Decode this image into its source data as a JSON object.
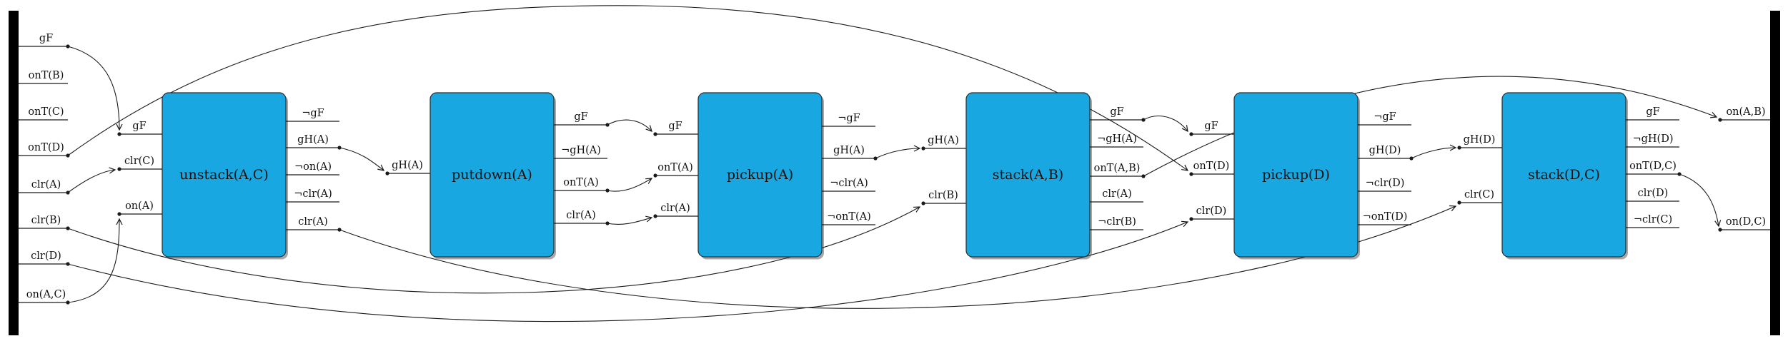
{
  "diagram": {
    "title": "plan-causal-graph",
    "colors": {
      "action_fill": "#18a7e0",
      "action_border": "#2b2b2b",
      "edge": "#1a1a1a",
      "bar": "#000000",
      "background": "#ffffff"
    },
    "initial_state": {
      "name": "initial-state-bar",
      "facts": [
        {
          "label": "gF",
          "connected": true
        },
        {
          "label": "onT(B)",
          "connected": false
        },
        {
          "label": "onT(C)",
          "connected": false
        },
        {
          "label": "onT(D)",
          "connected": true
        },
        {
          "label": "clr(A)",
          "connected": true
        },
        {
          "label": "clr(B)",
          "connected": true
        },
        {
          "label": "clr(D)",
          "connected": true
        },
        {
          "label": "on(A,C)",
          "connected": true
        }
      ]
    },
    "goal_state": {
      "name": "goal-state-bar",
      "facts": [
        {
          "label": "on(A,B)",
          "connected": true
        },
        {
          "label": "on(D,C)",
          "connected": true
        }
      ]
    },
    "actions": [
      {
        "label": "unstack(A,C)",
        "inputs": [
          "gF",
          "clr(C)",
          "on(A)"
        ],
        "outputs": [
          "¬gF",
          "gH(A)",
          "¬on(A)",
          "¬clr(A)",
          "clr(A)"
        ],
        "inputs_connected": [
          true,
          true,
          true
        ],
        "outputs_connected": [
          false,
          true,
          false,
          false,
          true
        ]
      },
      {
        "label": "putdown(A)",
        "inputs": [
          "gH(A)"
        ],
        "outputs": [
          "gF",
          "¬gH(A)",
          "onT(A)",
          "clr(A)"
        ],
        "inputs_connected": [
          true
        ],
        "outputs_connected": [
          true,
          false,
          true,
          true
        ]
      },
      {
        "label": "pickup(A)",
        "inputs": [
          "gF",
          "onT(A)",
          "clr(A)"
        ],
        "outputs": [
          "¬gF",
          "gH(A)",
          "¬clr(A)",
          "¬onT(A)"
        ],
        "inputs_connected": [
          true,
          true,
          true
        ],
        "outputs_connected": [
          false,
          true,
          false,
          false
        ]
      },
      {
        "label": "stack(A,B)",
        "inputs": [
          "gH(A)",
          "clr(B)"
        ],
        "outputs": [
          "gF",
          "¬gH(A)",
          "onT(A,B)",
          "clr(A)",
          "¬clr(B)"
        ],
        "inputs_connected": [
          true,
          true
        ],
        "outputs_connected": [
          true,
          false,
          true,
          false,
          false
        ]
      },
      {
        "label": "pickup(D)",
        "inputs": [
          "gF",
          "onT(D)",
          "clr(D)"
        ],
        "outputs": [
          "¬gF",
          "gH(D)",
          "¬clr(D)",
          "¬onT(D)"
        ],
        "inputs_connected": [
          true,
          true,
          true
        ],
        "outputs_connected": [
          false,
          true,
          false,
          false
        ]
      },
      {
        "label": "stack(D,C)",
        "inputs": [
          "gH(D)",
          "clr(C)"
        ],
        "outputs": [
          "gF",
          "¬gH(D)",
          "onT(D,C)",
          "clr(D)",
          "¬clr(C)"
        ],
        "inputs_connected": [
          true,
          true
        ],
        "outputs_connected": [
          false,
          false,
          true,
          false,
          false
        ]
      }
    ],
    "edges": [
      {
        "predicate": "gF",
        "from": "init.0",
        "to": "a0.in.0"
      },
      {
        "predicate": "onT(D)",
        "from": "init.3",
        "to": "a4.in.1"
      },
      {
        "predicate": "clr(A)",
        "from": "init.4",
        "to": "a0.in.1"
      },
      {
        "predicate": "on(A,C)",
        "from": "init.7",
        "to": "a0.in.2"
      },
      {
        "predicate": "clr(B)",
        "from": "init.5",
        "to": "a3.in.1"
      },
      {
        "predicate": "clr(D)",
        "from": "init.6",
        "to": "a4.in.2"
      },
      {
        "predicate": "gH(A)",
        "from": "a0.out.1",
        "to": "a1.in.0"
      },
      {
        "predicate": "clr(A)",
        "from": "a0.out.4",
        "to": "a5.in.1"
      },
      {
        "predicate": "gF",
        "from": "a1.out.0",
        "to": "a2.in.0"
      },
      {
        "predicate": "onT(A)",
        "from": "a1.out.2",
        "to": "a2.in.1"
      },
      {
        "predicate": "clr(A)",
        "from": "a1.out.3",
        "to": "a2.in.2"
      },
      {
        "predicate": "gH(A)",
        "from": "a2.out.1",
        "to": "a3.in.0"
      },
      {
        "predicate": "gF",
        "from": "a3.out.0",
        "to": "a4.in.0"
      },
      {
        "predicate": "onT(A,B)",
        "from": "a3.out.2",
        "to": "goal.0"
      },
      {
        "predicate": "gH(D)",
        "from": "a4.out.1",
        "to": "a5.in.0"
      },
      {
        "predicate": "onT(D,C)",
        "from": "a5.out.2",
        "to": "goal.1"
      }
    ]
  }
}
